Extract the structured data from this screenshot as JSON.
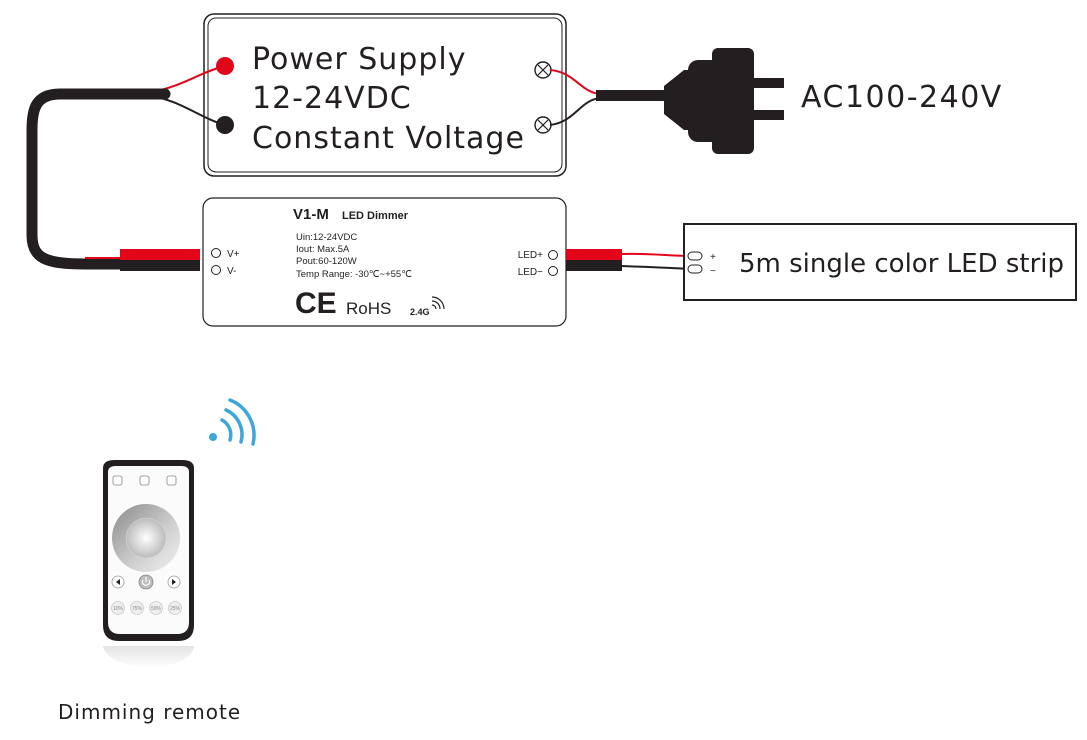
{
  "power_supply": {
    "line1": "Power Supply",
    "line2": "12-24VDC",
    "line3": "Constant Voltage"
  },
  "ac_input": {
    "label": "AC100-240V"
  },
  "dimmer": {
    "model": "V1-M",
    "type": "LED Dimmer",
    "specs": [
      "Uin:12-24VDC",
      "Iout: Max.5A",
      "Pout:60-120W",
      "Temp Range: -30℃~+55℃"
    ],
    "input_terminals": [
      "V+",
      "V-"
    ],
    "output_terminals": [
      "LED+",
      "LED−"
    ],
    "ce_mark": "CE",
    "rohs_mark": "RoHS",
    "wireless_mark": "2.4G"
  },
  "led_strip": {
    "plus": "+",
    "minus": "−",
    "label": "5m single color LED strip"
  },
  "remote": {
    "buttons": [
      "10%",
      "75%",
      "50%",
      "25%"
    ],
    "label": "Dimming remote"
  },
  "colors": {
    "red_wire": "#e3061a",
    "black_wire": "#231f20",
    "signal_blue": "#3da6db"
  },
  "icons": [
    "ac-plug-icon",
    "wireless-signal-icon",
    "power-icon",
    "arrow-left-icon",
    "arrow-right-icon"
  ]
}
